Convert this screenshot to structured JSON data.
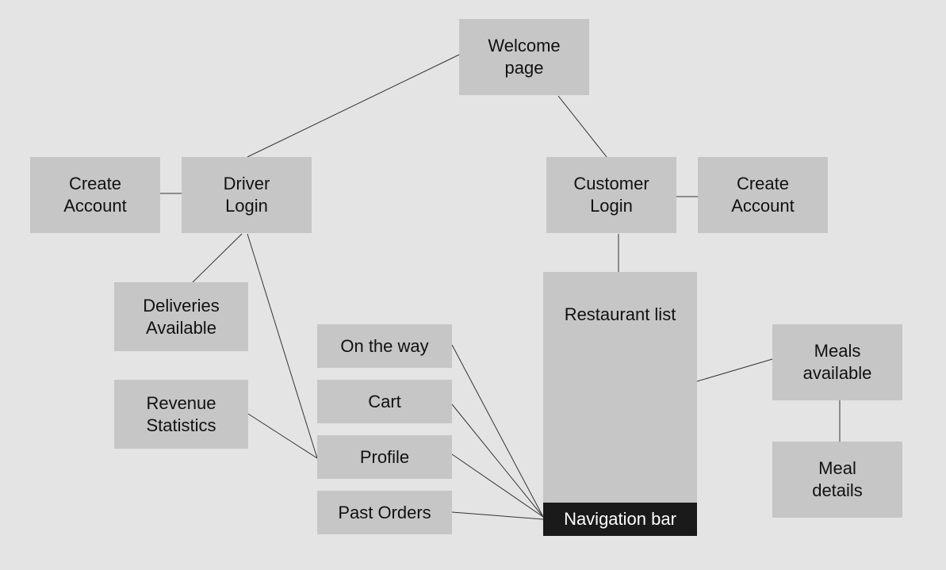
{
  "colors": {
    "background": "#e4e4e4",
    "node": "#c6c6c6",
    "navbar": "#1a1a1a",
    "navbar_text": "#ffffff",
    "link": "#333333"
  },
  "nodes": {
    "welcome": {
      "line1": "Welcome",
      "line2": "page"
    },
    "driver_create": {
      "line1": "Create",
      "line2": "Account"
    },
    "driver_login": {
      "line1": "Driver",
      "line2": "Login"
    },
    "customer_login": {
      "line1": "Customer",
      "line2": "Login"
    },
    "customer_create": {
      "line1": "Create",
      "line2": "Account"
    },
    "deliveries": {
      "line1": "Deliveries",
      "line2": "Available"
    },
    "revenue": {
      "line1": "Revenue",
      "line2": "Statistics"
    },
    "on_the_way": {
      "label": "On the way"
    },
    "cart": {
      "label": "Cart"
    },
    "profile": {
      "label": "Profile"
    },
    "past_orders": {
      "label": "Past Orders"
    },
    "restaurant_list": {
      "label": "Restaurant list"
    },
    "navigation_bar": {
      "label": "Navigation bar"
    },
    "meals_available": {
      "line1": "Meals",
      "line2": "available"
    },
    "meal_details": {
      "line1": "Meal",
      "line2": "details"
    }
  }
}
